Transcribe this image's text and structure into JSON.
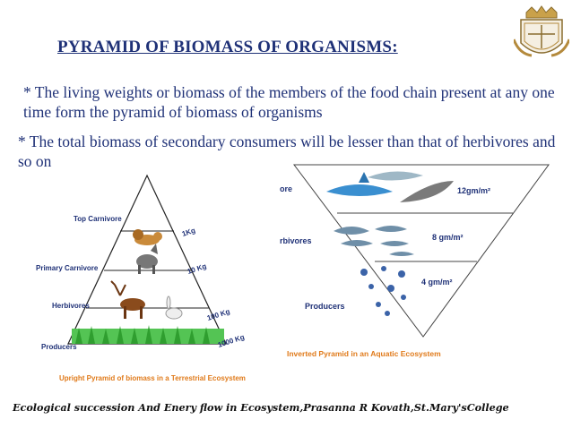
{
  "title": "PYRAMID OF BIOMASS OF ORGANISMS:",
  "points": [
    "* The living weights or biomass of the members of the food chain present at any one time form the pyramid of biomass of organisms",
    "* The total biomass of secondary consumers will be lesser than that of herbivores and so on"
  ],
  "left_pyramid": {
    "levels": [
      "Top Carnivore",
      "Primary Carnivore",
      "Herbivores",
      "Producers"
    ],
    "masses": [
      "1Kg",
      "10 Kg",
      "100 Kg",
      "1000 Kg"
    ],
    "caption": "Upright Pyramid of biomass in a Terrestrial Ecosystem"
  },
  "right_pyramid": {
    "levels": [
      "ore",
      "rbivores",
      "Producers"
    ],
    "masses": [
      "12gm/m²",
      "8 gm/m²",
      "4 gm/m²"
    ],
    "caption": "Inverted Pyramid in an Aquatic Ecosystem"
  },
  "footer": "Ecological succession And Enery flow in Ecosystem,Prasanna R Kovath,St.Mary'sCollege",
  "colors": {
    "text": "#1f3177",
    "caption": "#e07a1a",
    "grass": "#3fbf3f"
  }
}
